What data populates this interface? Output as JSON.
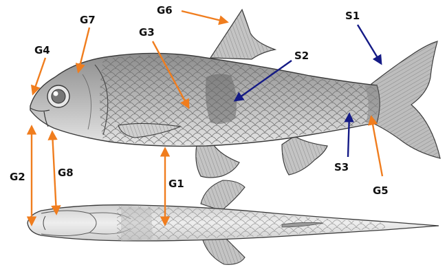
{
  "labels": {
    "g1": "G1",
    "g2": "G2",
    "g3": "G3",
    "g4": "G4",
    "g5": "G5",
    "g6": "G6",
    "g7": "G7",
    "g8": "G8",
    "s1": "S1",
    "s2": "S2",
    "s3": "S3"
  },
  "colors": {
    "g_arrow": "#f07d1e",
    "s_arrow": "#141a86",
    "fish_body": "#a6a6a6",
    "fish_outline": "#3a3a3a",
    "dark_blotch": "#6a6a6a",
    "fin": "#c4c4c4"
  }
}
